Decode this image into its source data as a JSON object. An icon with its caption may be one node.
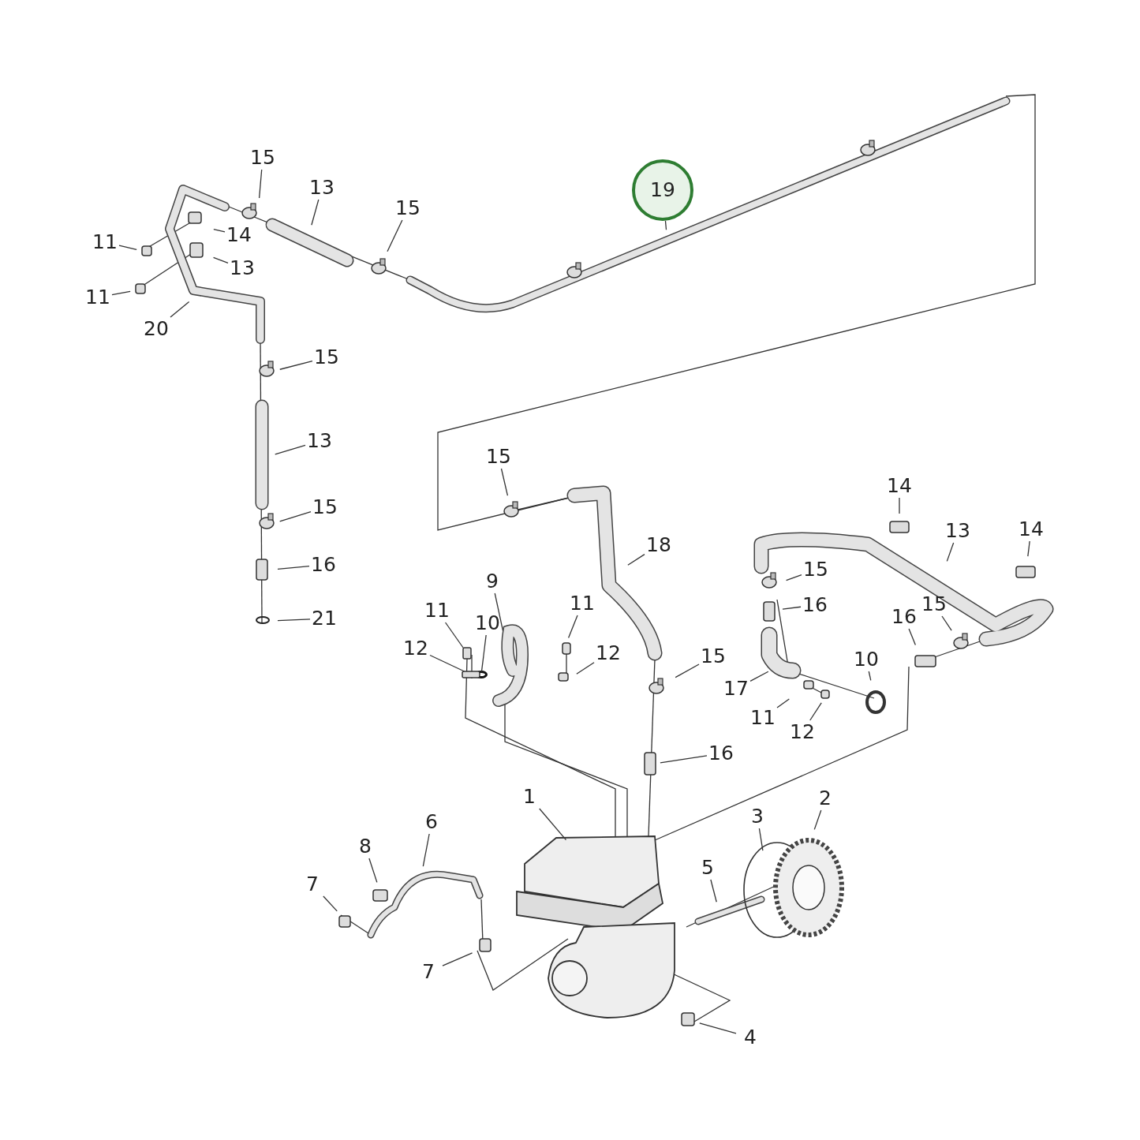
{
  "diagram": {
    "nodes": [
      {
        "text": [
          "15"
        ]
      },
      {
        "text": [
          "13"
        ]
      },
      {
        "text": [
          "15"
        ]
      },
      {
        "text": [
          "14"
        ]
      },
      {
        "text": [
          "13"
        ]
      },
      {
        "text": [
          "11"
        ]
      },
      {
        "text": [
          "11"
        ]
      },
      {
        "text": [
          "20"
        ]
      },
      {
        "text": [
          "19"
        ]
      },
      {
        "text": [
          "15"
        ]
      },
      {
        "text": [
          "13"
        ]
      },
      {
        "text": [
          "15"
        ]
      },
      {
        "text": [
          "16"
        ]
      },
      {
        "text": [
          "21"
        ]
      },
      {
        "text": [
          "15"
        ]
      },
      {
        "text": [
          "18"
        ]
      },
      {
        "text": [
          "14"
        ]
      },
      {
        "text": [
          "13"
        ]
      },
      {
        "text": [
          "14"
        ]
      },
      {
        "text": [
          "9"
        ]
      },
      {
        "text": [
          "11"
        ]
      },
      {
        "text": [
          "10"
        ]
      },
      {
        "text": [
          "12"
        ]
      },
      {
        "text": [
          "11"
        ]
      },
      {
        "text": [
          "12"
        ]
      },
      {
        "text": [
          "15"
        ]
      },
      {
        "text": [
          "15"
        ]
      },
      {
        "text": [
          "16"
        ]
      },
      {
        "text": [
          "16"
        ]
      },
      {
        "text": [
          "15"
        ]
      },
      {
        "text": [
          "17"
        ]
      },
      {
        "text": [
          "10"
        ]
      },
      {
        "text": [
          "11"
        ]
      },
      {
        "text": [
          "12"
        ]
      },
      {
        "text": [
          "16"
        ]
      },
      {
        "text": [
          "1"
        ]
      },
      {
        "text": [
          "2"
        ]
      },
      {
        "text": [
          "3"
        ]
      },
      {
        "text": [
          "5"
        ]
      },
      {
        "text": [
          "6"
        ]
      },
      {
        "text": [
          "8"
        ]
      },
      {
        "text": [
          "7"
        ]
      },
      {
        "text": [
          "7"
        ]
      },
      {
        "text": [
          "4"
        ]
      },
      {
        "text": [],
        "shape": "picture"
      },
      {
        "text": [],
        "shape": "box"
      },
      {
        "text": [],
        "shape": "circle"
      },
      {
        "text": [],
        "shape": "box"
      }
    ],
    "edges": [
      {
        "from": 0,
        "to": null,
        "arrow": "none"
      },
      {
        "from": 1,
        "to": null,
        "arrow": "none"
      },
      {
        "from": 2,
        "to": null,
        "arrow": "none"
      },
      {
        "from": 3,
        "to": null,
        "arrow": "none"
      },
      {
        "from": 4,
        "to": null,
        "arrow": "none"
      },
      {
        "from": 5,
        "to": null,
        "arrow": "none"
      },
      {
        "from": 6,
        "to": null,
        "arrow": "none"
      },
      {
        "from": 7,
        "to": null,
        "arrow": "none"
      },
      {
        "from": 8,
        "to": null,
        "arrow": "none"
      },
      {
        "from": 9,
        "to": null,
        "arrow": "none"
      },
      {
        "from": 10,
        "to": null,
        "arrow": "none"
      },
      {
        "from": 11,
        "to": null,
        "arrow": "none"
      },
      {
        "from": 12,
        "to": null,
        "arrow": "none"
      },
      {
        "from": 13,
        "to": null,
        "arrow": "none"
      },
      {
        "from": 14,
        "to": null,
        "arrow": "none"
      },
      {
        "from": 15,
        "to": null,
        "arrow": "none"
      },
      {
        "from": 16,
        "to": null,
        "arrow": "none"
      },
      {
        "from": 17,
        "to": null,
        "arrow": "none"
      },
      {
        "from": 18,
        "to": null,
        "arrow": "none"
      },
      {
        "from": 19,
        "to": 44,
        "arrow": "none"
      },
      {
        "from": 20,
        "to": 45,
        "arrow": "none"
      },
      {
        "from": 21,
        "to": 46,
        "arrow": "none"
      },
      {
        "from": 22,
        "to": 47,
        "arrow": "none"
      },
      {
        "from": 23,
        "to": null,
        "arrow": "none"
      },
      {
        "from": 24,
        "to": null,
        "arrow": "none"
      },
      {
        "from": 25,
        "to": null,
        "arrow": "none"
      },
      {
        "from": 26,
        "to": null,
        "arrow": "none"
      },
      {
        "from": 27,
        "to": null,
        "arrow": "none"
      },
      {
        "from": 28,
        "to": null,
        "arrow": "none"
      },
      {
        "from": 29,
        "to": null,
        "arrow": "none"
      },
      {
        "from": 30,
        "to": null,
        "arrow": "none"
      },
      {
        "from": 31,
        "to": null,
        "arrow": "none"
      },
      {
        "from": 32,
        "to": null,
        "arrow": "none"
      },
      {
        "from": 33,
        "to": null,
        "arrow": "none"
      },
      {
        "from": 34,
        "to": null,
        "arrow": "none"
      },
      {
        "from": 35,
        "to": null,
        "arrow": "none"
      },
      {
        "from": 36,
        "to": null,
        "arrow": "none"
      },
      {
        "from": 37,
        "to": null,
        "arrow": "none"
      },
      {
        "from": 38,
        "to": null,
        "arrow": "none"
      },
      {
        "from": 39,
        "to": null,
        "arrow": "none"
      },
      {
        "from": 40,
        "to": null,
        "arrow": "none"
      },
      {
        "from": 41,
        "to": null,
        "arrow": "none"
      },
      {
        "from": 42,
        "to": null,
        "arrow": "none"
      },
      {
        "from": 43,
        "to": null,
        "arrow": "none"
      }
    ]
  }
}
